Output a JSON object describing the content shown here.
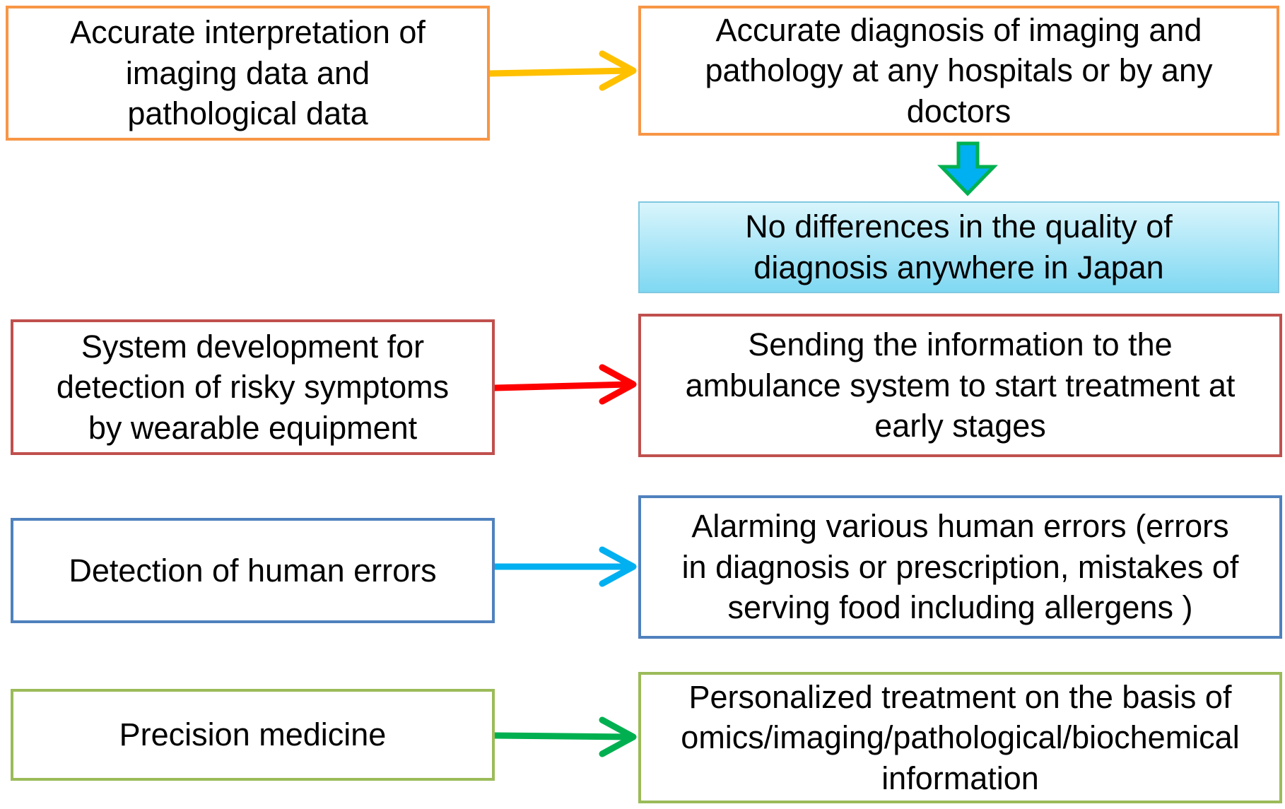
{
  "colors": {
    "orange": "#F79646",
    "red": "#C0504D",
    "blue": "#4F81BD",
    "green": "#9BBB59",
    "arrow_yellow": "#FFC000",
    "arrow_red": "#FF0000",
    "arrow_cyan": "#00B0F0",
    "arrow_green": "#00B050",
    "japan_box_gradient_top": "#D9F5FC",
    "japan_box_gradient_bottom": "#7FD8F2",
    "japan_box_border": "#7FC8E0",
    "down_arrow_fill": "#00B0F0",
    "down_arrow_stroke": "#00B050"
  },
  "rows": [
    {
      "left": "Accurate interpretation of\nimaging  data and\npathological data",
      "right": "Accurate diagnosis of imaging and\npathology at any hospitals or by any\ndoctors",
      "outcome": "No differences in the quality of\ndiagnosis anywhere in Japan"
    },
    {
      "left": "System development for\ndetection of risky symptoms\nby wearable equipment",
      "right": "Sending the information to the\nambulance system to start treatment at\nearly stages"
    },
    {
      "left": "Detection of human errors",
      "right": "Alarming various human errors (errors\nin diagnosis or prescription, mistakes of\nserving food including allergens )"
    },
    {
      "left": "Precision medicine",
      "right": "Personalized treatment on the basis of\nomics/imaging/pathological/biochemical\ninformation"
    }
  ]
}
